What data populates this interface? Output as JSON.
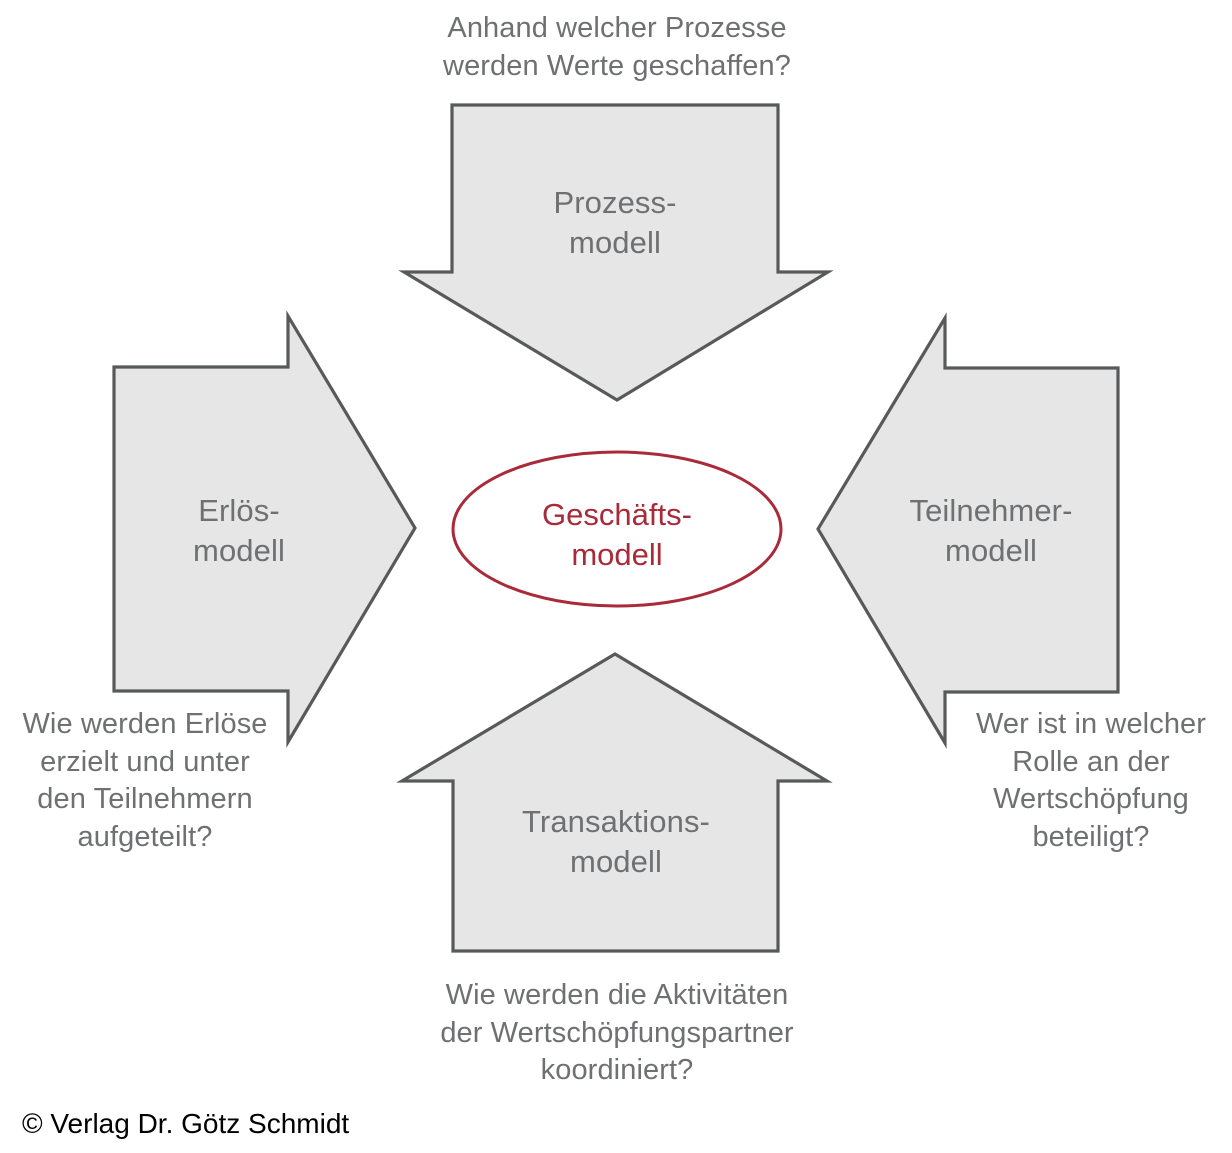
{
  "diagram": {
    "title": "Geschäftsmodell",
    "center": {
      "label": "Geschäfts-\nmodell",
      "shape": "ellipse",
      "stroke_color": "#a92a38",
      "text_color": "#a92a38"
    },
    "arrow_fill": "#e6e6e6",
    "arrow_stroke": "#58595b",
    "text_color": "#6f7072",
    "arrows": [
      {
        "id": "prozessmodell",
        "direction": "down",
        "label": "Prozess-\nmodell",
        "question": "Anhand welcher Prozesse\nwerden Werte geschaffen?"
      },
      {
        "id": "erloesmodell",
        "direction": "right",
        "label": "Erlös-\nmodell",
        "question": "Wie werden Erlöse\nerzielt und unter\nden Teilnehmern\naufgeteilt?"
      },
      {
        "id": "teilnehmermodell",
        "direction": "left",
        "label": "Teilnehmer-\nmodell",
        "question": "Wer ist in welcher\nRolle an der\nWertschöpfung\nbeteiligt?"
      },
      {
        "id": "transaktionsmodell",
        "direction": "up",
        "label": "Transaktions-\nmodell",
        "question": "Wie werden die Aktivitäten\nder Wertschöpfungspartner\nkoordiniert?"
      }
    ]
  },
  "footer": {
    "copyright": "© Verlag Dr. Götz Schmidt"
  }
}
